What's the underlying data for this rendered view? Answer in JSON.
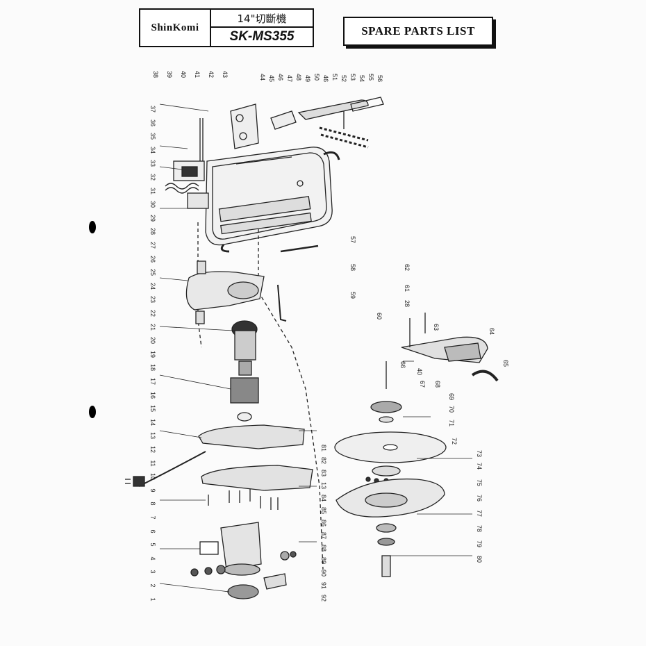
{
  "header": {
    "brand": "ShinKomi",
    "product": "14\"切斷機",
    "model": "SK-MS355",
    "list_title": "SPARE PARTS LIST"
  },
  "callouts": {
    "left": [
      "38",
      "39",
      "40",
      "41",
      "42",
      "43",
      "37",
      "36",
      "35",
      "34",
      "33",
      "32",
      "31",
      "30",
      "29",
      "28",
      "27",
      "26",
      "25",
      "24",
      "23",
      "22",
      "21",
      "20",
      "19",
      "18",
      "17",
      "16",
      "15",
      "14",
      "13",
      "12",
      "11",
      "10",
      "9",
      "8",
      "7",
      "6",
      "5",
      "4",
      "3",
      "2",
      "1"
    ],
    "top": [
      "44",
      "45",
      "46",
      "47",
      "48",
      "49",
      "50",
      "46",
      "51",
      "52",
      "53",
      "54",
      "55",
      "56"
    ],
    "middle": [
      "57",
      "58",
      "59",
      "62",
      "61",
      "28",
      "60",
      "63",
      "64",
      "65",
      "66",
      "40",
      "67",
      "68",
      "69",
      "70",
      "71",
      "72",
      "73",
      "74",
      "75",
      "76",
      "77",
      "78",
      "79",
      "80"
    ],
    "column": [
      "81",
      "82",
      "83",
      "13",
      "84",
      "85",
      "86",
      "87",
      "88",
      "89",
      "90",
      "91",
      "92"
    ]
  },
  "colors": {
    "ink": "#111111",
    "paper": "#fbfbfb",
    "line": "#333333"
  }
}
